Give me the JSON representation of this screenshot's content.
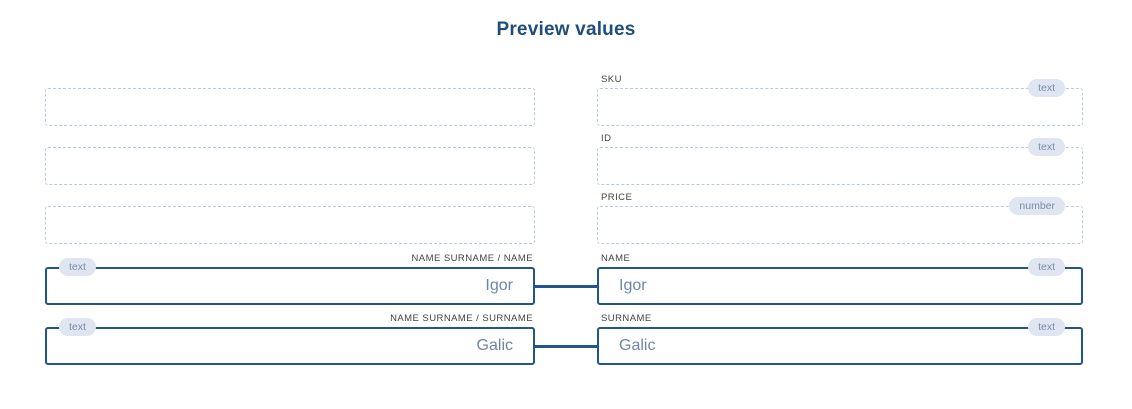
{
  "page": {
    "title": "Preview values",
    "accent_color": "#1f4e79",
    "filled_border_color": "#21558c",
    "dashed_border_color": "#b8c9e6",
    "badge_background": "#dfe5f1",
    "badge_text_color": "#7a8da9",
    "value_text_color": "#6e86ab",
    "label_text_color": "#444444"
  },
  "left_column": {
    "fields": [
      {
        "label": "",
        "value": "",
        "type_badge": "",
        "state": "empty"
      },
      {
        "label": "",
        "value": "",
        "type_badge": "",
        "state": "empty"
      },
      {
        "label": "",
        "value": "",
        "type_badge": "",
        "state": "empty"
      },
      {
        "label": "NAME SURNAME / NAME",
        "value": "Igor",
        "type_badge": "text",
        "state": "filled"
      },
      {
        "label": "NAME SURNAME / SURNAME",
        "value": "Galic",
        "type_badge": "text",
        "state": "filled"
      }
    ]
  },
  "right_column": {
    "fields": [
      {
        "label": "SKU",
        "value": "",
        "type_badge": "text",
        "state": "empty"
      },
      {
        "label": "ID",
        "value": "",
        "type_badge": "text",
        "state": "empty"
      },
      {
        "label": "PRICE",
        "value": "",
        "type_badge": "number",
        "state": "empty"
      },
      {
        "label": "NAME",
        "value": "Igor",
        "type_badge": "text",
        "state": "filled"
      },
      {
        "label": "SURNAME",
        "value": "Galic",
        "type_badge": "text",
        "state": "filled"
      }
    ]
  },
  "connectors": [
    {
      "from": "left_column.fields.3",
      "to": "right_column.fields.3"
    },
    {
      "from": "left_column.fields.4",
      "to": "right_column.fields.4"
    }
  ]
}
